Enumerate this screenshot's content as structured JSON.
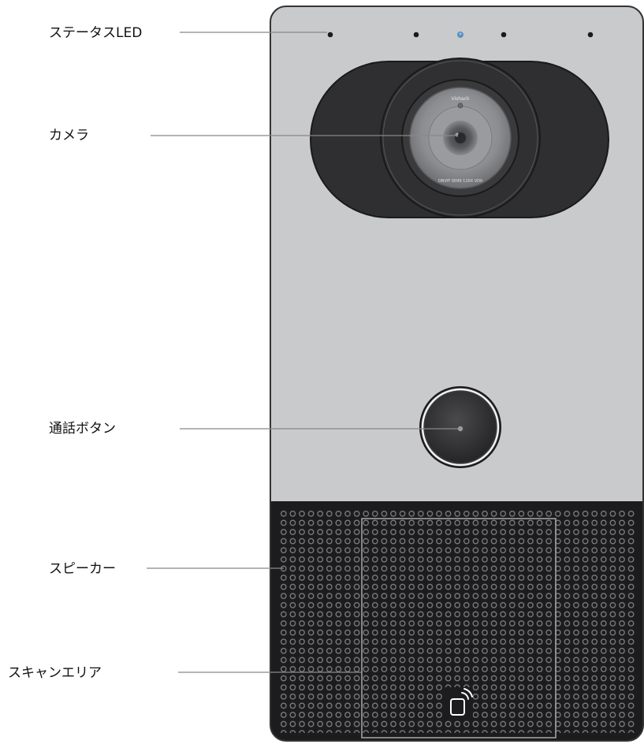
{
  "labels": {
    "status_led": "ステータスLED",
    "camera": "カメラ",
    "call_button": "通話ボタン",
    "speaker": "スピーカー",
    "scan_area": "スキャンエリア"
  },
  "lens_text": {
    "top": "Vishack",
    "bottom": "ONVIF 0099 110X VD0"
  },
  "colors": {
    "panel": "#c9cacc",
    "camera_housing": "#2f2f31",
    "speaker_grille": "#1c1c1e",
    "grille_hole": "#7d7d7d",
    "leader_line": "#888888",
    "status_led_active": "#5a8fc4"
  }
}
